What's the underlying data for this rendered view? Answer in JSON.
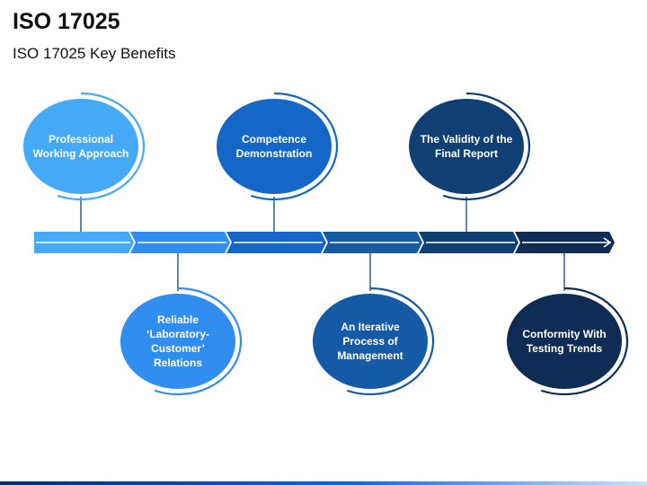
{
  "header": {
    "title": "ISO 17025",
    "subtitle": "ISO 17025 Key Benefits"
  },
  "colors": {
    "step1": "#44aaf8",
    "step2": "#2f8ef0",
    "step3": "#1467c6",
    "step4": "#155aa4",
    "step5": "#103f73",
    "step6": "#0e2c54",
    "line": "#2b5f9a"
  },
  "benefits": [
    {
      "label": "Professional\nWorking Approach",
      "position": "top"
    },
    {
      "label": "Reliable\n‘Laboratory-\nCustomer’\nRelations",
      "position": "bottom"
    },
    {
      "label": "Competence\nDemonstration",
      "position": "top"
    },
    {
      "label": "An Iterative\nProcess of\nManagement",
      "position": "bottom"
    },
    {
      "label": "The Validity of the\nFinal Report",
      "position": "top"
    },
    {
      "label": "Conformity With\nTesting Trends",
      "position": "bottom"
    }
  ]
}
